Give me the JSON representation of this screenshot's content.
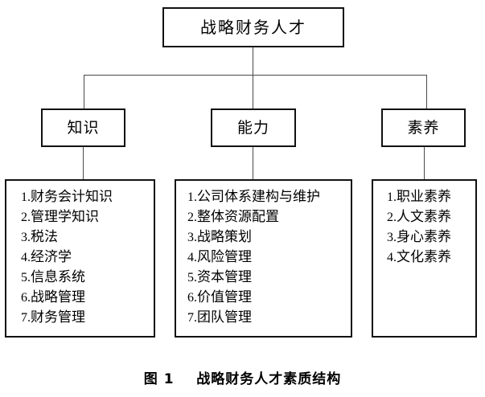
{
  "figure": {
    "root": {
      "label": "战略财务人才"
    },
    "categories": [
      {
        "label": "知识"
      },
      {
        "label": "能力"
      },
      {
        "label": "素养"
      }
    ],
    "lists": [
      {
        "items": [
          {
            "num": "1.",
            "text": "财务会计知识"
          },
          {
            "num": "2.",
            "text": "管理学知识"
          },
          {
            "num": "3.",
            "text": "税法"
          },
          {
            "num": "4.",
            "text": "经济学"
          },
          {
            "num": "5.",
            "text": "信息系统"
          },
          {
            "num": "6.",
            "text": "战略管理"
          },
          {
            "num": "7.",
            "text": "财务管理"
          }
        ]
      },
      {
        "items": [
          {
            "num": "1.",
            "text": "公司体系建构与维护"
          },
          {
            "num": "2.",
            "text": "整体资源配置"
          },
          {
            "num": "3.",
            "text": "战略策划"
          },
          {
            "num": "4.",
            "text": "风险管理"
          },
          {
            "num": "5.",
            "text": "资本管理"
          },
          {
            "num": "6.",
            "text": "价值管理"
          },
          {
            "num": "7.",
            "text": "团队管理"
          }
        ]
      },
      {
        "items": [
          {
            "num": "1.",
            "text": "职业素养"
          },
          {
            "num": "2.",
            "text": "人文素养"
          },
          {
            "num": "3.",
            "text": "身心素养"
          },
          {
            "num": "4.",
            "text": "文化素养"
          }
        ]
      }
    ],
    "caption": "图 1    战略财务人才素质结构",
    "colors": {
      "box_border": "#111111",
      "connector": "#4a4a4a",
      "background": "#ffffff",
      "text": "#000000"
    }
  }
}
